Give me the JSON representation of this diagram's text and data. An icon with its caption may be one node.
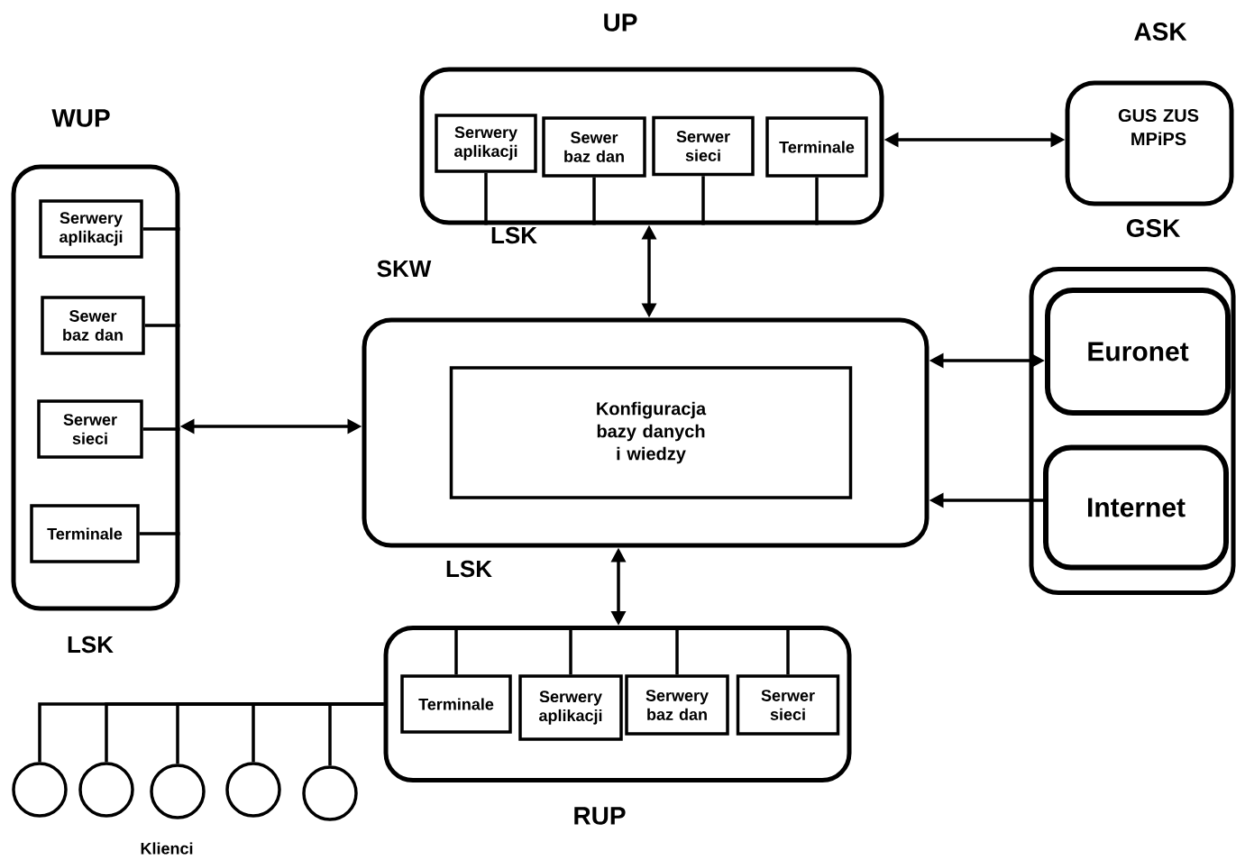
{
  "diagram": {
    "nodes": [
      {
        "text": [
          "UP"
        ]
      },
      {
        "text": [
          "Serwery aplikacji"
        ],
        "in": 0
      },
      {
        "text": [
          "Sewer baz dan"
        ],
        "in": 0
      },
      {
        "text": [
          "Serwer sieci"
        ],
        "in": 0
      },
      {
        "text": [
          "Terminale"
        ],
        "in": 0
      },
      {
        "text": [
          "ASK",
          "GUS ZUS MPiPS"
        ]
      },
      {
        "text": [
          "WUP"
        ]
      },
      {
        "text": [
          "Serwery aplikacji"
        ],
        "in": 6
      },
      {
        "text": [
          "Sewer baz dan"
        ],
        "in": 6
      },
      {
        "text": [
          "Serwer sieci"
        ],
        "in": 6
      },
      {
        "text": [
          "Terminale"
        ],
        "in": 6
      },
      {
        "text": [],
        "shape": "box"
      },
      {
        "text": [
          "Konfiguracja bazy danych i wiedzy"
        ],
        "in": 11
      },
      {
        "text": [
          "GSK"
        ]
      },
      {
        "text": [
          "Euronet"
        ],
        "in": 13
      },
      {
        "text": [
          "Internet"
        ],
        "in": 13
      },
      {
        "text": [
          "RUP"
        ]
      },
      {
        "text": [
          "Terminale"
        ],
        "in": 16
      },
      {
        "text": [
          "Serwery aplikacji"
        ],
        "in": 16
      },
      {
        "text": [
          "Serwery baz dan"
        ],
        "in": 16
      },
      {
        "text": [
          "Serwer sieci"
        ],
        "in": 16
      },
      {
        "text": [],
        "shape": "circle"
      },
      {
        "text": [],
        "shape": "circle"
      },
      {
        "text": [],
        "shape": "circle"
      },
      {
        "text": [],
        "shape": "circle"
      },
      {
        "text": [],
        "shape": "circle"
      }
    ],
    "edges": [
      {
        "from": 0,
        "to": 11,
        "arrow": "both"
      },
      {
        "from": 0,
        "to": 5,
        "arrow": "both"
      },
      {
        "from": 6,
        "to": 11,
        "arrow": "both"
      },
      {
        "from": 11,
        "to": 16,
        "arrow": "both"
      },
      {
        "from": 14,
        "to": 11,
        "arrow": "both"
      },
      {
        "from": 15,
        "to": 11,
        "arrow": "to"
      },
      {
        "from": 1,
        "to": 0,
        "arrow": "none"
      },
      {
        "from": 2,
        "to": 0,
        "arrow": "none"
      },
      {
        "from": 3,
        "to": 0,
        "arrow": "none"
      },
      {
        "from": 4,
        "to": 0,
        "arrow": "none"
      },
      {
        "from": 7,
        "to": 6,
        "arrow": "none"
      },
      {
        "from": 8,
        "to": 6,
        "arrow": "none"
      },
      {
        "from": 9,
        "to": 6,
        "arrow": "none"
      },
      {
        "from": 10,
        "to": 6,
        "arrow": "none"
      },
      {
        "from": 17,
        "to": 16,
        "arrow": "none"
      },
      {
        "from": 18,
        "to": 16,
        "arrow": "none"
      },
      {
        "from": 19,
        "to": 16,
        "arrow": "none"
      },
      {
        "from": 20,
        "to": 16,
        "arrow": "none"
      },
      {
        "from": 16,
        "to": 21,
        "arrow": "none"
      },
      {
        "from": 16,
        "to": 22,
        "arrow": "none"
      },
      {
        "from": 16,
        "to": 23,
        "arrow": "none"
      },
      {
        "from": 16,
        "to": 24,
        "arrow": "none"
      },
      {
        "from": 16,
        "to": 25,
        "arrow": "none"
      }
    ],
    "labels": [
      "LSK",
      "SKW",
      "LSK",
      "LSK",
      "Klienci"
    ]
  }
}
